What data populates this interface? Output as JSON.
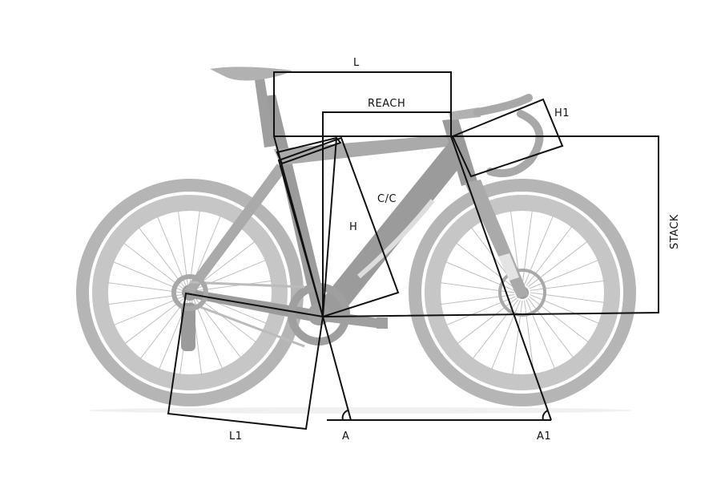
{
  "labels": {
    "L": "L",
    "REACH": "REACH",
    "H1": "H1",
    "CC": "C/C",
    "H": "H",
    "STACK": "STACK",
    "L1": "L1",
    "A": "A",
    "A1": "A1"
  },
  "colors": {
    "lines": "#111111",
    "bike": "#9c9c9c",
    "background": "#ffffff"
  }
}
